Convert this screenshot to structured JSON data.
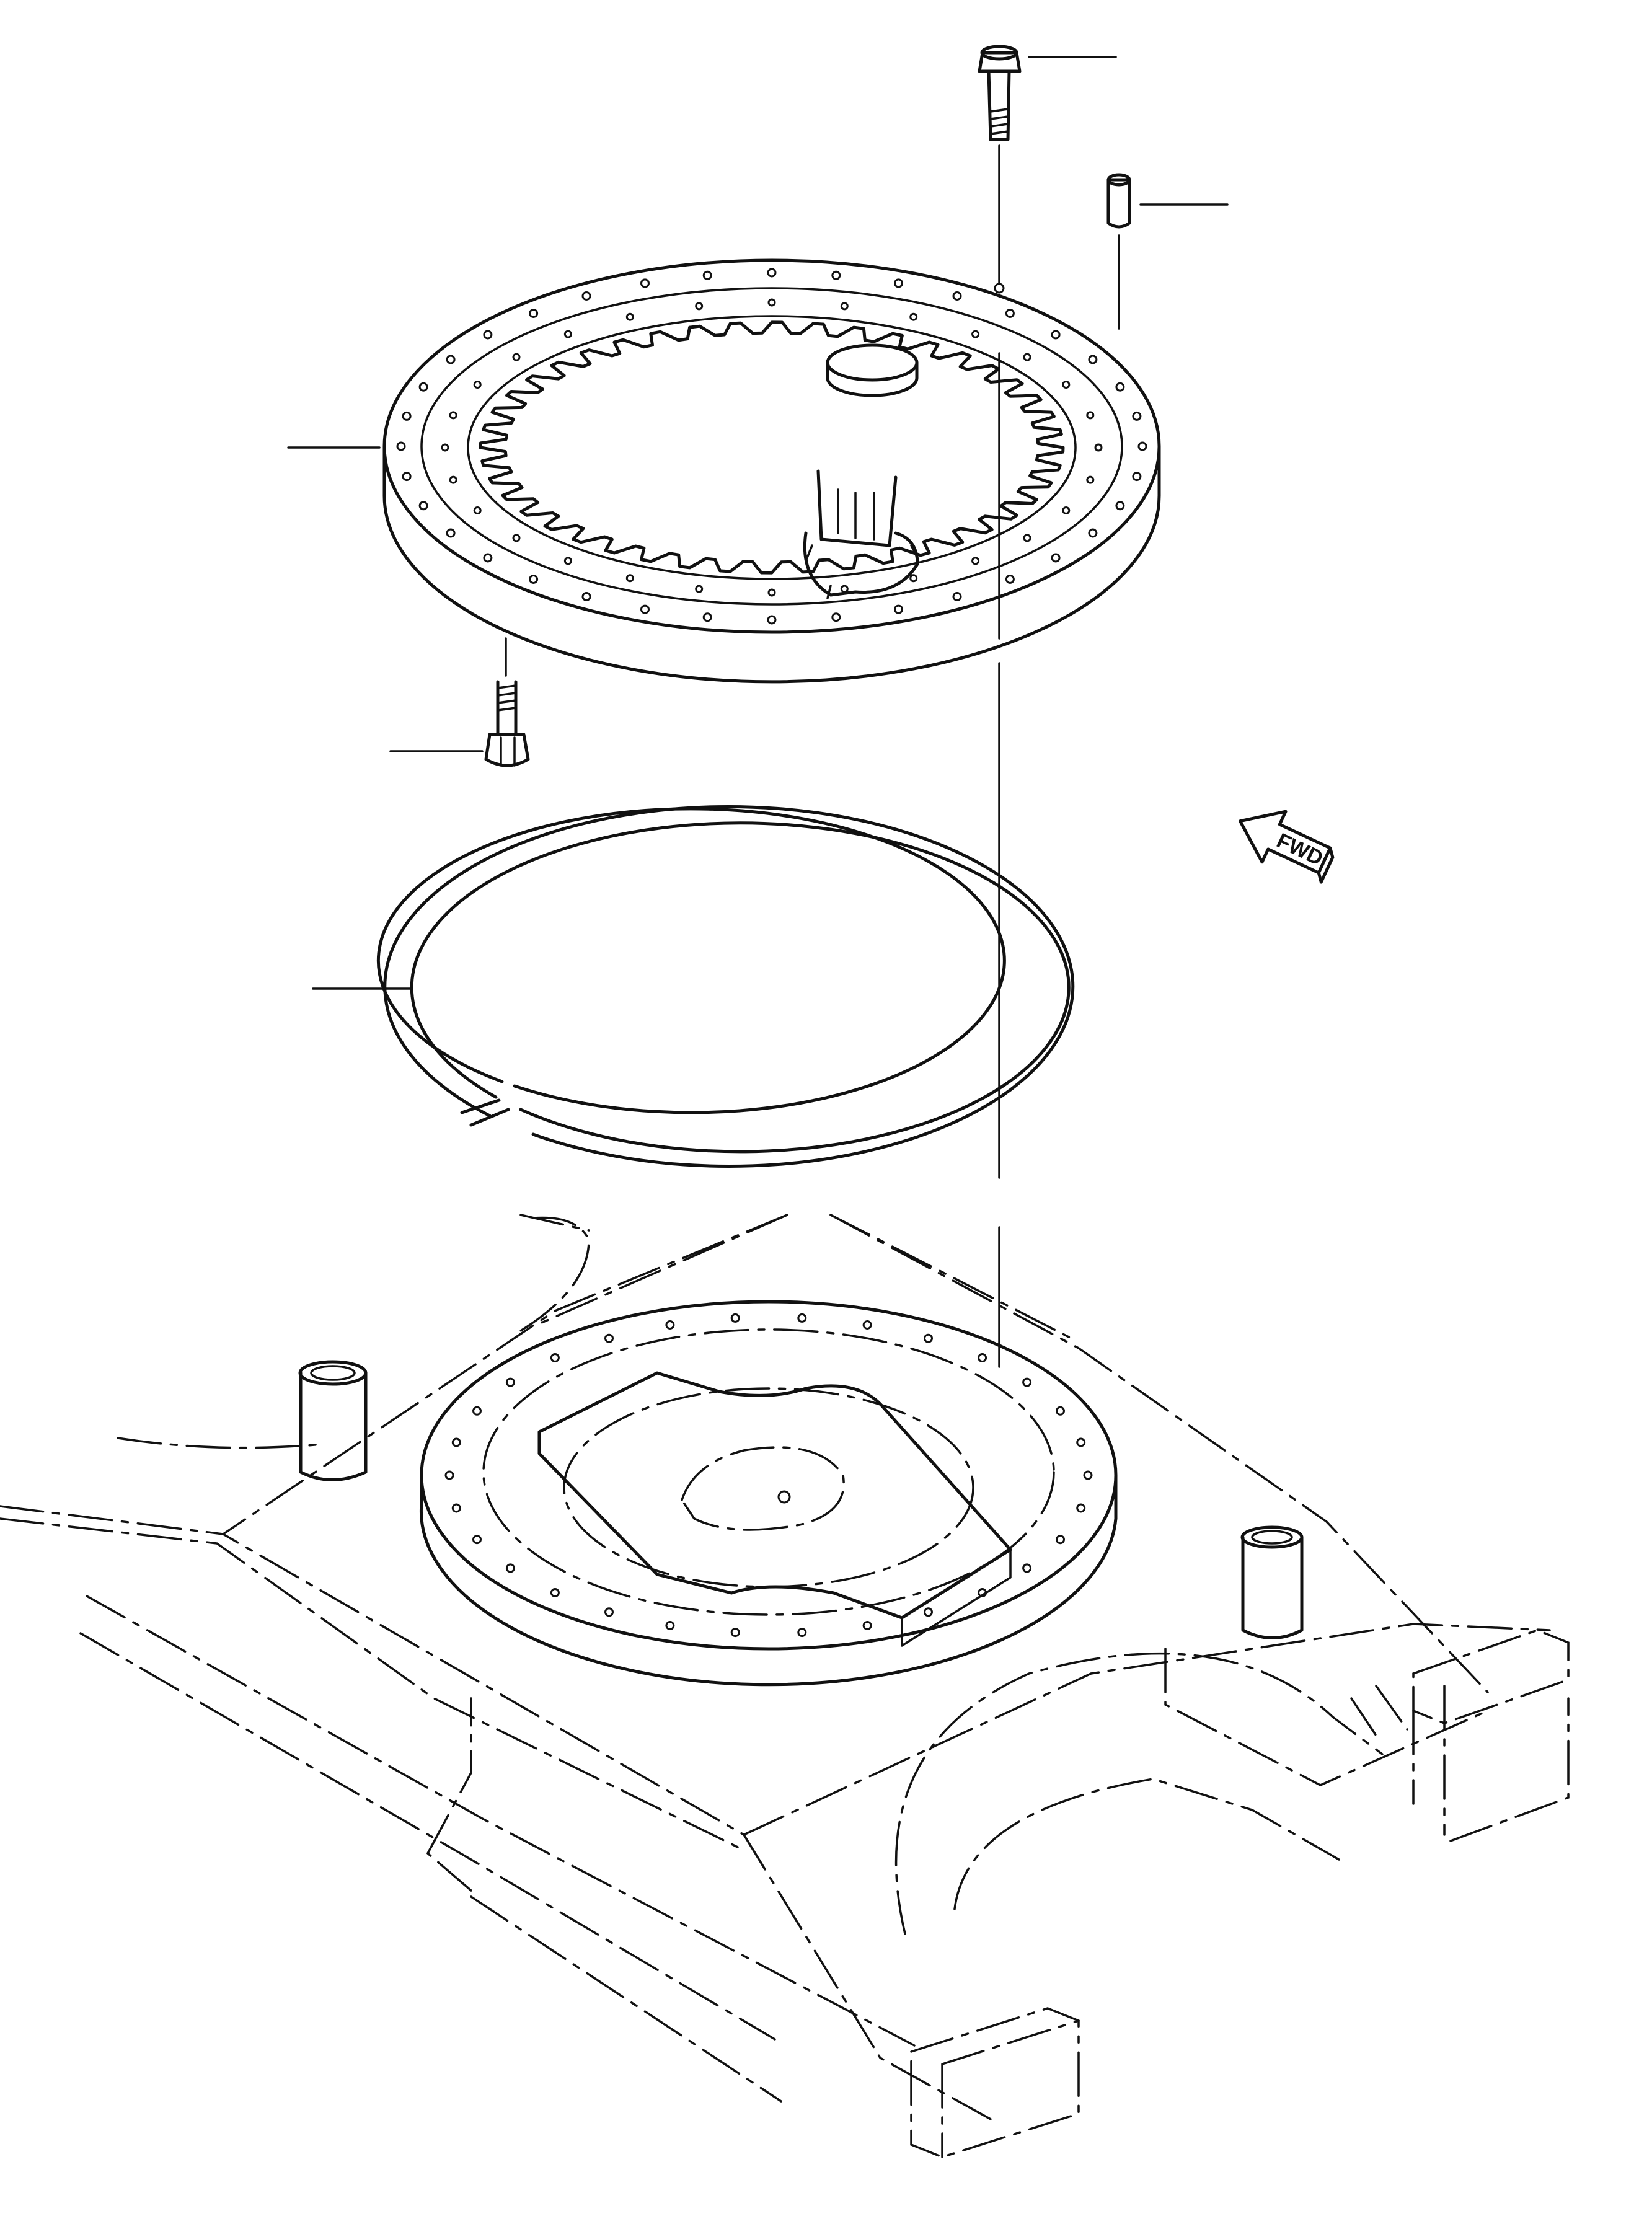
{
  "diagram": {
    "direction_indicator": {
      "label": "FWD",
      "icon": "forward-direction-arrow-icon"
    },
    "parts": [
      {
        "id": "swing-bearing",
        "icon": "swing-bearing-ring-icon"
      },
      {
        "id": "bolt-top",
        "icon": "hex-bolt-icon"
      },
      {
        "id": "pin",
        "icon": "dowel-pin-icon"
      },
      {
        "id": "bolt-bottom",
        "icon": "hex-bolt-icon"
      },
      {
        "id": "seal-ring",
        "icon": "seal-ring-icon"
      },
      {
        "id": "lower-frame",
        "icon": "lower-frame-icon"
      }
    ]
  }
}
